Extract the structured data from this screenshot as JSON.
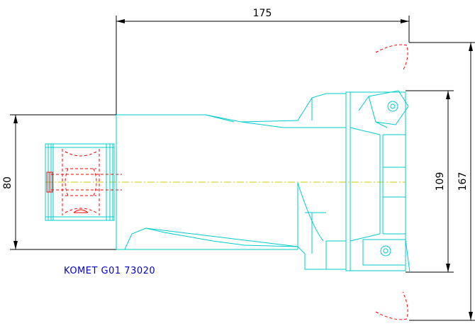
{
  "drawing": {
    "caption": "KOMET G01 73020",
    "dimensions": {
      "overall_length": "175",
      "shank_diameter": "80",
      "cutter_body": "109",
      "cutting_diameter": "167"
    },
    "colors": {
      "outline": "#00cccc",
      "hidden_lines": "#ff0000",
      "centerline": "#cccc00",
      "dimension": "#000000",
      "caption": "#0000cc"
    }
  }
}
